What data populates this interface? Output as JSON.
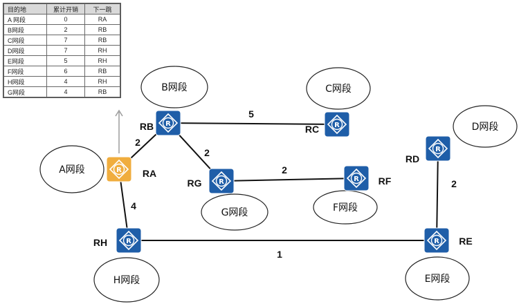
{
  "routing_table": {
    "headers": [
      "目的地",
      "累计开销",
      "下一跳"
    ],
    "rows": [
      [
        "A 网段",
        "0",
        "RA"
      ],
      [
        "B网段",
        "2",
        "RB"
      ],
      [
        "C网段",
        "7",
        "RB"
      ],
      [
        "D网段",
        "7",
        "RH"
      ],
      [
        "E网段",
        "5",
        "RH"
      ],
      [
        "F网段",
        "6",
        "RB"
      ],
      [
        "H网段",
        "4",
        "RH"
      ],
      [
        "G网段",
        "4",
        "RB"
      ]
    ]
  },
  "routers": [
    {
      "id": "RA",
      "label": "RA",
      "color": "#f0ad3e"
    },
    {
      "id": "RB",
      "label": "RB",
      "color": "#1f5ea8"
    },
    {
      "id": "RC",
      "label": "RC",
      "color": "#1f5ea8"
    },
    {
      "id": "RD",
      "label": "RD",
      "color": "#1f5ea8"
    },
    {
      "id": "RE",
      "label": "RE",
      "color": "#1f5ea8"
    },
    {
      "id": "RF",
      "label": "RF",
      "color": "#1f5ea8"
    },
    {
      "id": "RG",
      "label": "RG",
      "color": "#1f5ea8"
    },
    {
      "id": "RH",
      "label": "RH",
      "color": "#1f5ea8"
    }
  ],
  "router_icon_letter": "R",
  "segments": [
    {
      "id": "A",
      "label": "A网段"
    },
    {
      "id": "B",
      "label": "B网段"
    },
    {
      "id": "C",
      "label": "C网段"
    },
    {
      "id": "D",
      "label": "D网段"
    },
    {
      "id": "E",
      "label": "E网段"
    },
    {
      "id": "F",
      "label": "F网段"
    },
    {
      "id": "G",
      "label": "G网段"
    },
    {
      "id": "H",
      "label": "H网段"
    }
  ],
  "links": [
    {
      "from": "RA",
      "to": "RB",
      "cost": "2"
    },
    {
      "from": "RB",
      "to": "RC",
      "cost": "5"
    },
    {
      "from": "RB",
      "to": "RG",
      "cost": "2"
    },
    {
      "from": "RG",
      "to": "RF",
      "cost": "2"
    },
    {
      "from": "RA",
      "to": "RH",
      "cost": "4"
    },
    {
      "from": "RH",
      "to": "RE",
      "cost": "1"
    },
    {
      "from": "RD",
      "to": "RE",
      "cost": "2"
    }
  ]
}
